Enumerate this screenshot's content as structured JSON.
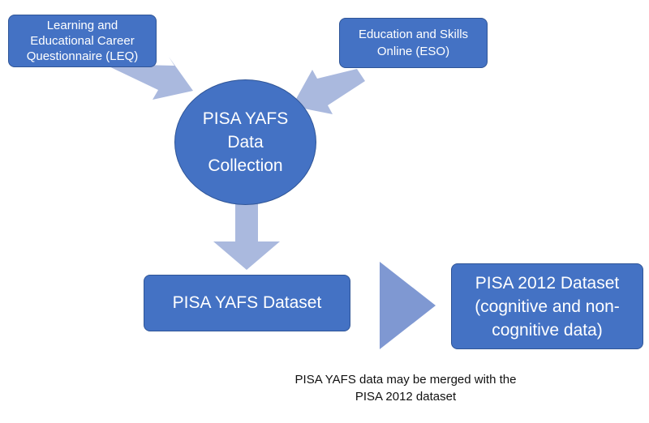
{
  "nodes": {
    "leq": "Learning and\nEducational Career\nQuestionnaire (LEQ)",
    "eso": "Education and Skills\nOnline (ESO)",
    "collection": "PISA YAFS\nData\nCollection",
    "yafs_dataset": "PISA YAFS Dataset",
    "pisa2012_dataset": "PISA 2012 Dataset\n(cognitive and non-\ncognitive data)"
  },
  "caption": "PISA YAFS data may be merged with the\nPISA 2012 dataset",
  "colors": {
    "node_fill": "#4472c4",
    "node_border": "#2f5597",
    "arrow_fill": "#aab9de",
    "triangle_fill": "#7f98d2"
  }
}
